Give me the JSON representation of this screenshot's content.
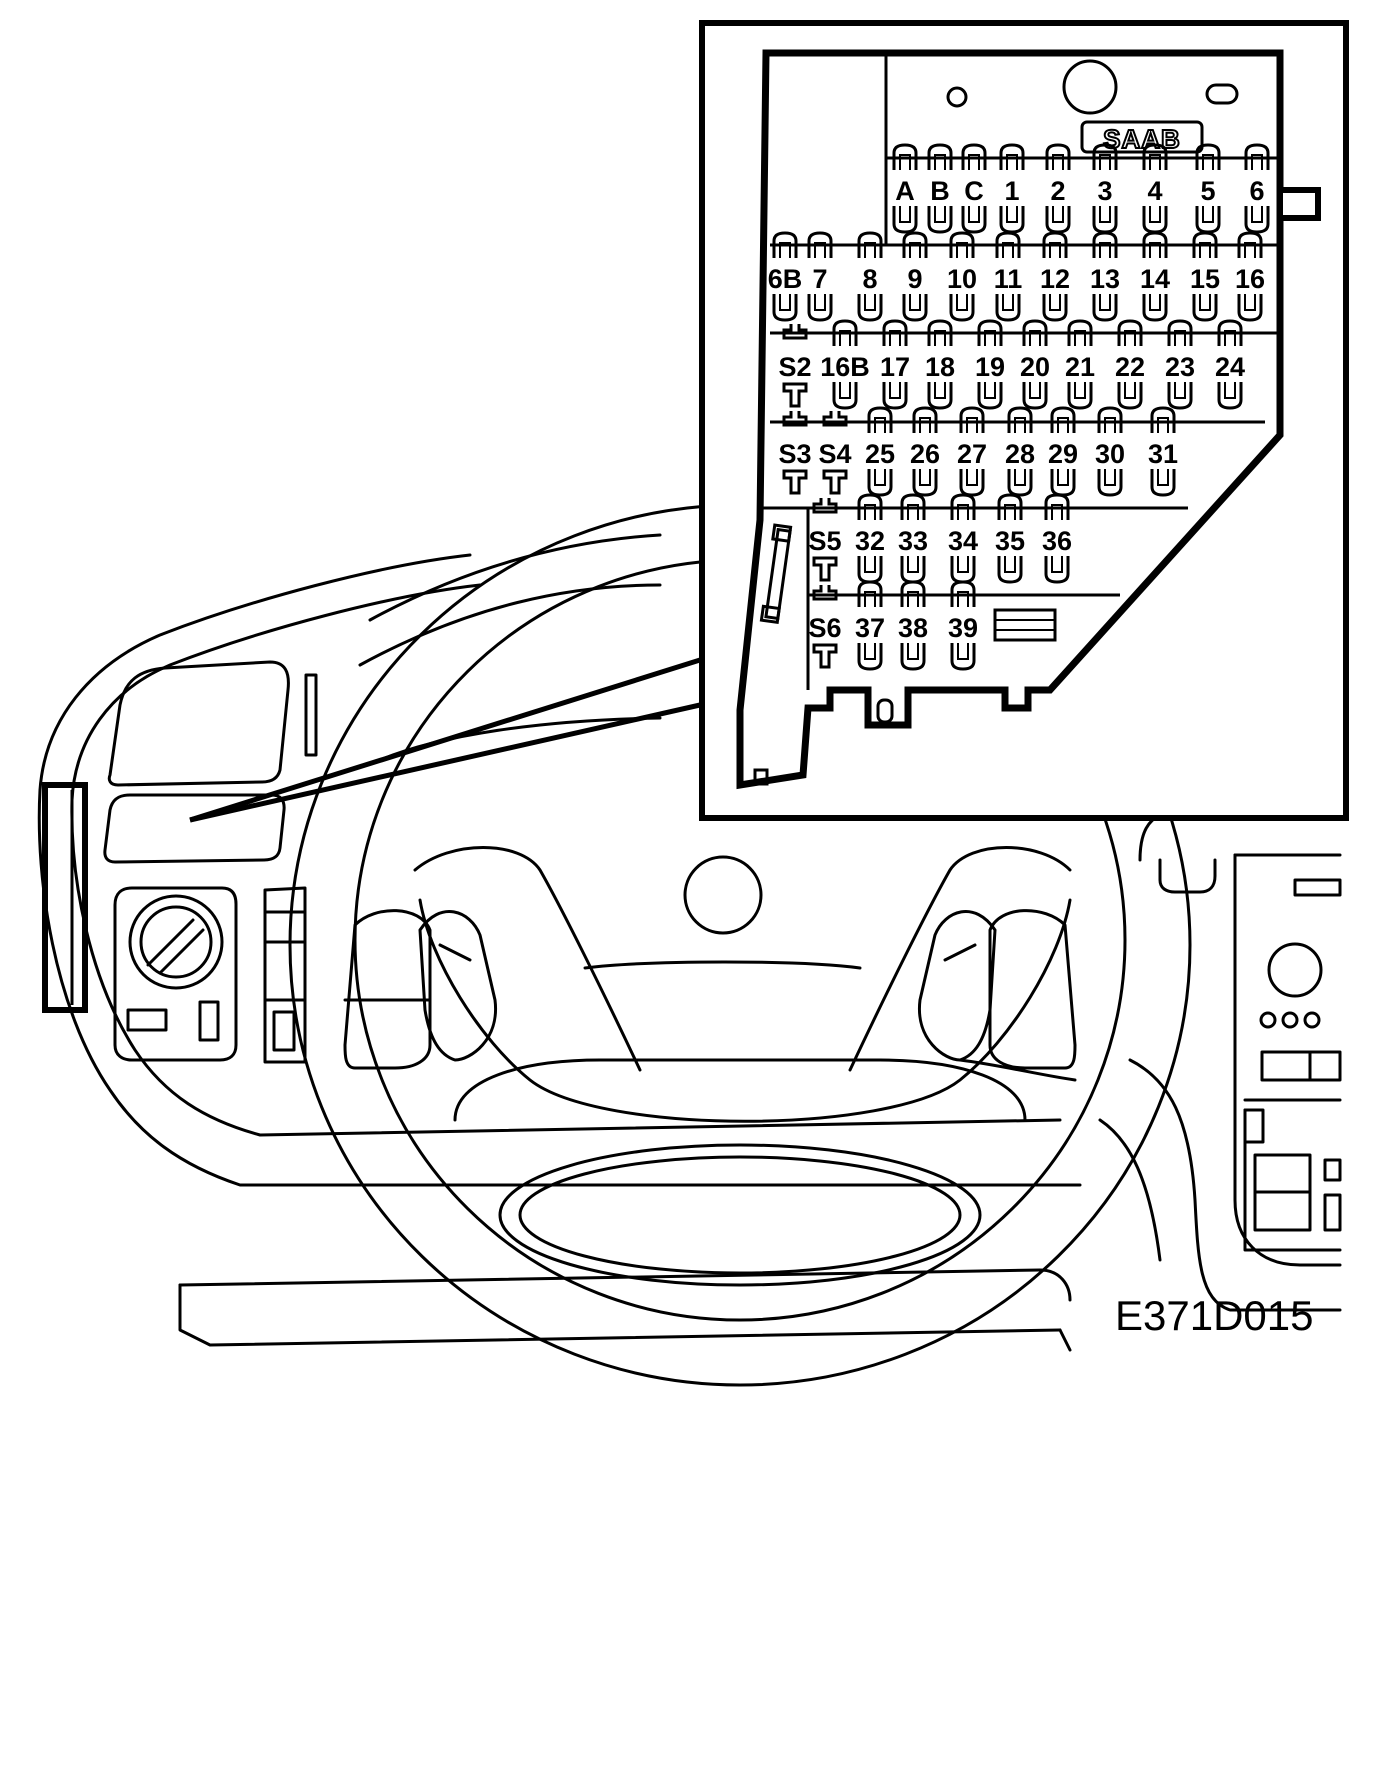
{
  "diagram": {
    "brand_logo": "SAAB",
    "caption": "E371D015",
    "fuse_rows": [
      {
        "row": 1,
        "labels": [
          "A",
          "B",
          "C",
          "1",
          "2",
          "3",
          "4",
          "5",
          "6"
        ]
      },
      {
        "row": 2,
        "labels": [
          "6B",
          "7",
          "8",
          "9",
          "10",
          "11",
          "12",
          "13",
          "14",
          "15",
          "16"
        ]
      },
      {
        "row": 3,
        "labels": [
          "S2",
          "16B",
          "17",
          "18",
          "19",
          "20",
          "21",
          "22",
          "23",
          "24"
        ]
      },
      {
        "row": 4,
        "labels": [
          "S3",
          "S4",
          "25",
          "26",
          "27",
          "28",
          "29",
          "30",
          "31"
        ]
      },
      {
        "row": 5,
        "labels": [
          "S5",
          "32",
          "33",
          "34",
          "35",
          "36"
        ]
      },
      {
        "row": 6,
        "labels": [
          "S6",
          "37",
          "38",
          "39"
        ]
      }
    ]
  }
}
